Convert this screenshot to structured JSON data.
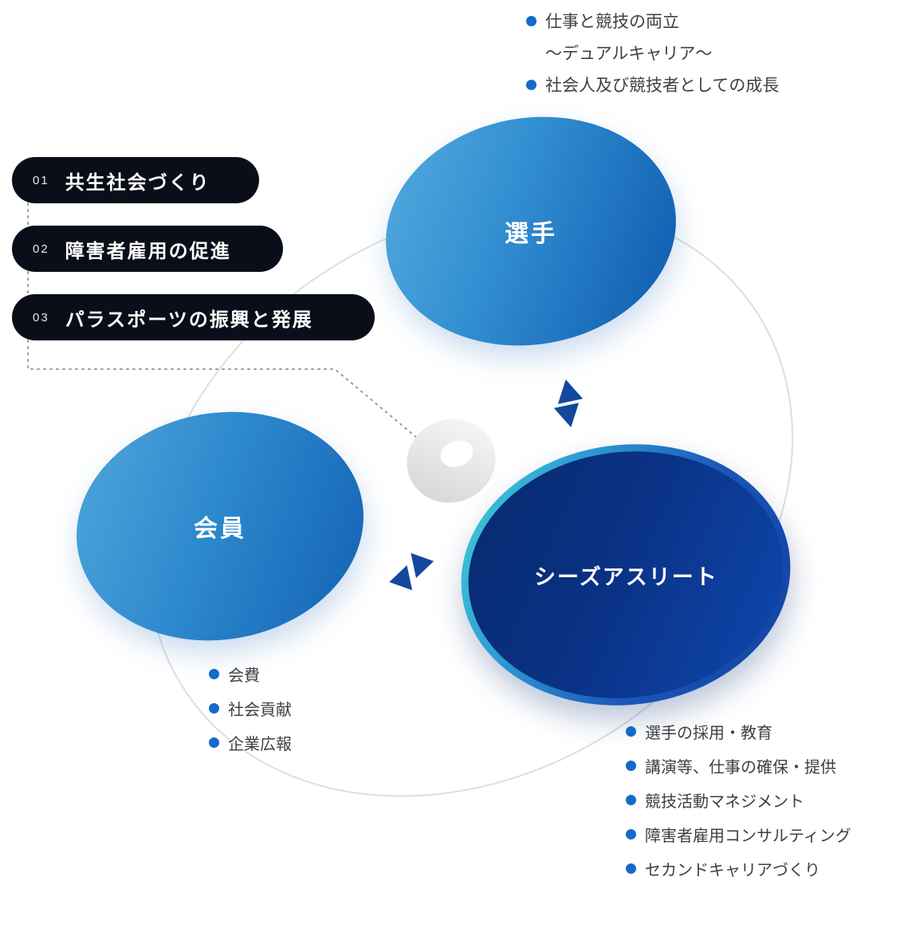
{
  "nodes": {
    "players": {
      "label": "選手"
    },
    "members": {
      "label": "会員"
    },
    "seeds": {
      "label": "シーズアスリート"
    }
  },
  "players_notes": {
    "item1": "仕事と競技の両立",
    "item1_sub": "〜デュアルキャリア〜",
    "item2": "社会人及び競技者としての成長"
  },
  "goals": [
    {
      "number": "01",
      "label": "共生社会づくり"
    },
    {
      "number": "02",
      "label": "障害者雇用の促進"
    },
    {
      "number": "03",
      "label": "パラスポーツの振興と発展"
    }
  ],
  "members_notes": [
    "会費",
    "社会貢献",
    "企業広報"
  ],
  "seeds_notes": [
    "選手の採用・教育",
    "講演等、仕事の確保・提供",
    "競技活動マネジメント",
    "障害者雇用コンサルティング",
    "セカンドキャリアづくり"
  ],
  "colors": {
    "bullet_blue": "#1569c8",
    "arrow_blue": "#13489c",
    "pill_background": "#0a0e18",
    "ellipse_blue_light": "#56acde",
    "ellipse_blue_dark": "#1160b2",
    "seeds_ring_teal": "#3fd8d4",
    "seeds_fill_navy": "#082a6e",
    "seeds_fill_bright": "#0e49b0",
    "orbit_ring": "#dedede",
    "note_text": "#3f3f3f"
  }
}
